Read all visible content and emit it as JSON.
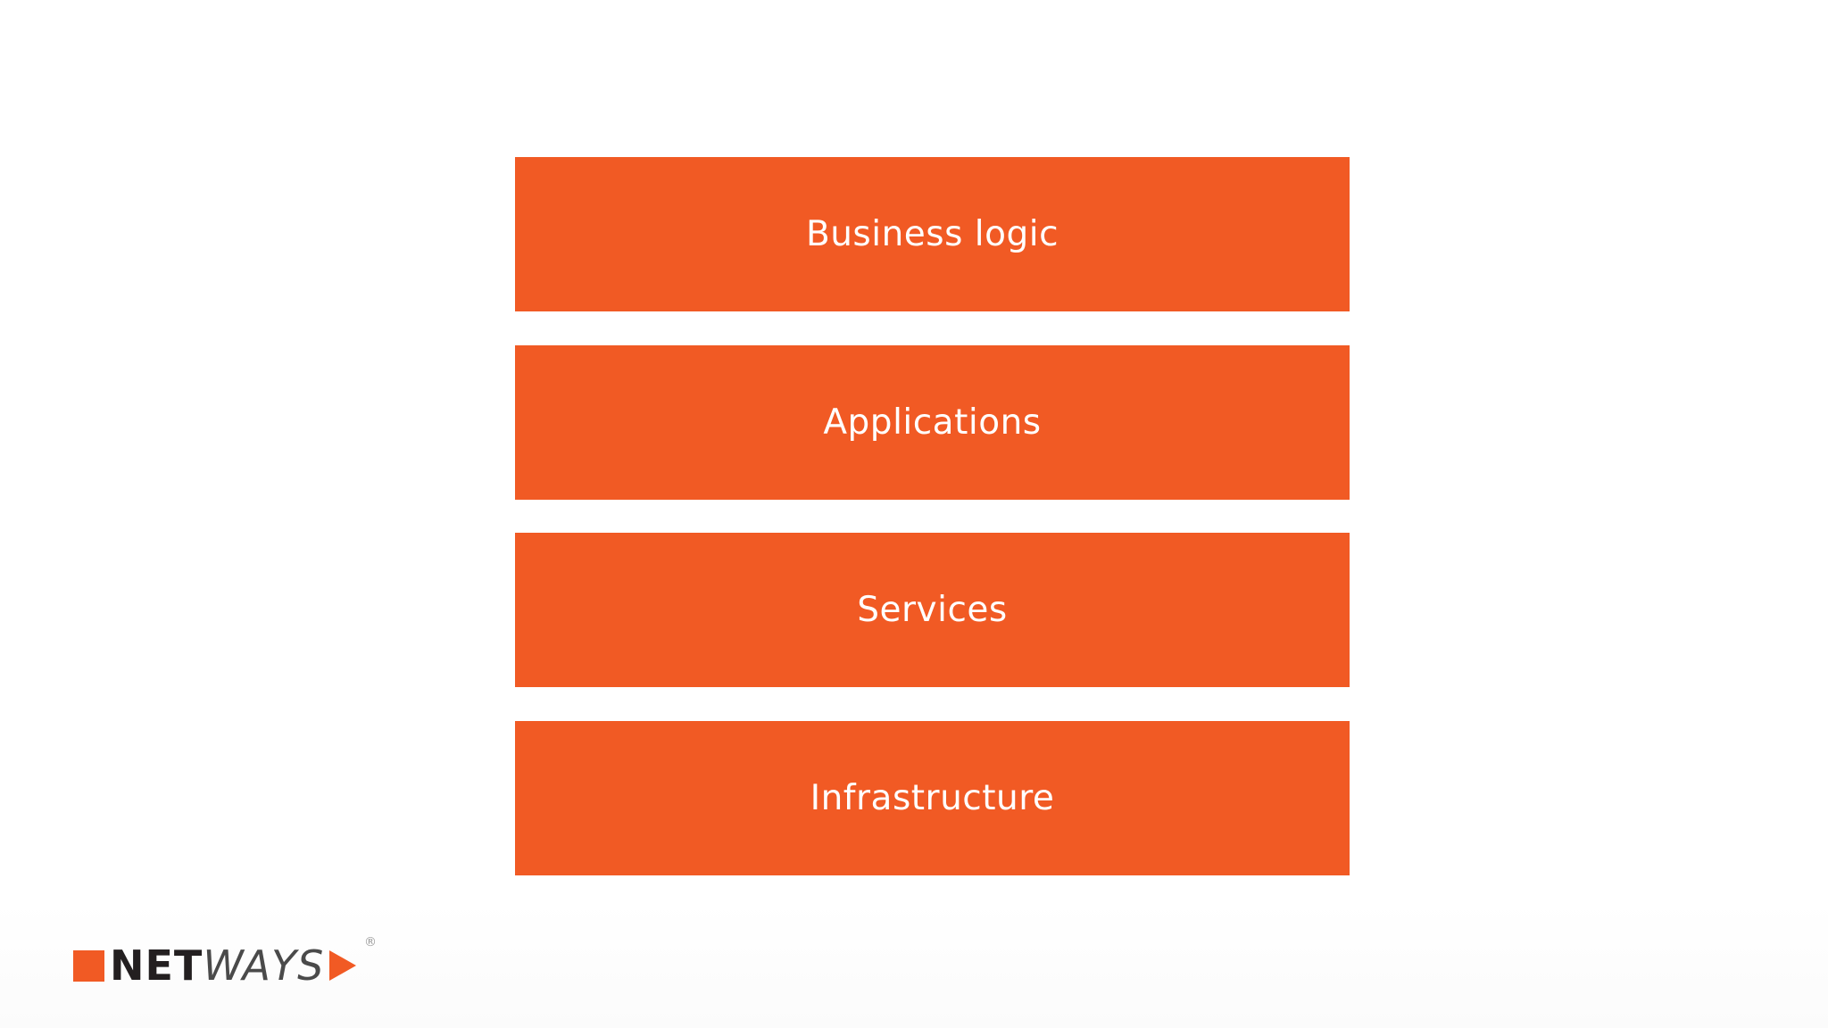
{
  "colors": {
    "layer_fill": "#f15a24",
    "layer_text": "#ffffff",
    "background": "#ffffff",
    "logo_accent": "#f15a24",
    "logo_dark": "#231f20"
  },
  "layers": [
    {
      "label": "Business logic"
    },
    {
      "label": "Applications"
    },
    {
      "label": "Services"
    },
    {
      "label": "Infrastructure"
    }
  ],
  "logo": {
    "part_bold": "NET",
    "part_italic": "WAYS",
    "registered_mark": "®"
  }
}
